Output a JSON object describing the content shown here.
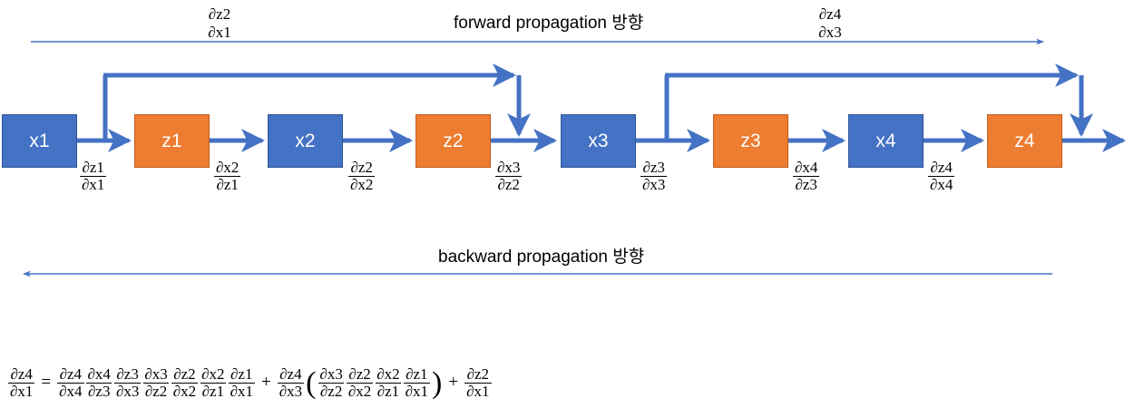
{
  "diagram": {
    "title_forward": "forward propagation 방향",
    "title_backward": "backward propagation 방향",
    "accent_blue": "#4472C4",
    "accent_orange": "#ED7D31",
    "nodes": [
      {
        "id": "x1",
        "label": "x1",
        "color": "blue"
      },
      {
        "id": "z1",
        "label": "z1",
        "color": "orange"
      },
      {
        "id": "x2",
        "label": "x2",
        "color": "blue"
      },
      {
        "id": "z2",
        "label": "z2",
        "color": "orange"
      },
      {
        "id": "x3",
        "label": "x3",
        "color": "blue"
      },
      {
        "id": "z3",
        "label": "z3",
        "color": "orange"
      },
      {
        "id": "x4",
        "label": "x4",
        "color": "blue"
      },
      {
        "id": "z4",
        "label": "z4",
        "color": "orange"
      }
    ],
    "edge_labels": [
      {
        "num": "∂z1",
        "den": "∂x1"
      },
      {
        "num": "∂x2",
        "den": "∂z1"
      },
      {
        "num": "∂z2",
        "den": "∂x2"
      },
      {
        "num": "∂x3",
        "den": "∂z2"
      },
      {
        "num": "∂z3",
        "den": "∂x3"
      },
      {
        "num": "∂x4",
        "den": "∂z3"
      },
      {
        "num": "∂z4",
        "den": "∂x4"
      }
    ],
    "skip_labels": [
      {
        "num": "∂z2",
        "den": "∂x1"
      },
      {
        "num": "∂z4",
        "den": "∂x3"
      }
    ]
  },
  "equation": {
    "lhs": {
      "num": "∂z4",
      "den": "∂x1"
    },
    "equals": "=",
    "chain_terms": [
      {
        "num": "∂z4",
        "den": "∂x4"
      },
      {
        "num": "∂x4",
        "den": "∂z3"
      },
      {
        "num": "∂z3",
        "den": "∂x3"
      },
      {
        "num": "∂x3",
        "den": "∂z2"
      },
      {
        "num": "∂z2",
        "den": "∂x2"
      },
      {
        "num": "∂x2",
        "den": "∂z1"
      },
      {
        "num": "∂z1",
        "den": "∂x1"
      }
    ],
    "plus1": "+",
    "outer_term": {
      "num": "∂z4",
      "den": "∂x3"
    },
    "open_paren": "(",
    "grouped_terms": [
      {
        "num": "∂x3",
        "den": "∂z2"
      },
      {
        "num": "∂z2",
        "den": "∂x2"
      },
      {
        "num": "∂x2",
        "den": "∂z1"
      },
      {
        "num": "∂z1",
        "den": "∂x1"
      }
    ],
    "close_paren": ")",
    "plus2": "+",
    "last_term": {
      "num": "∂z2",
      "den": "∂x1"
    }
  }
}
